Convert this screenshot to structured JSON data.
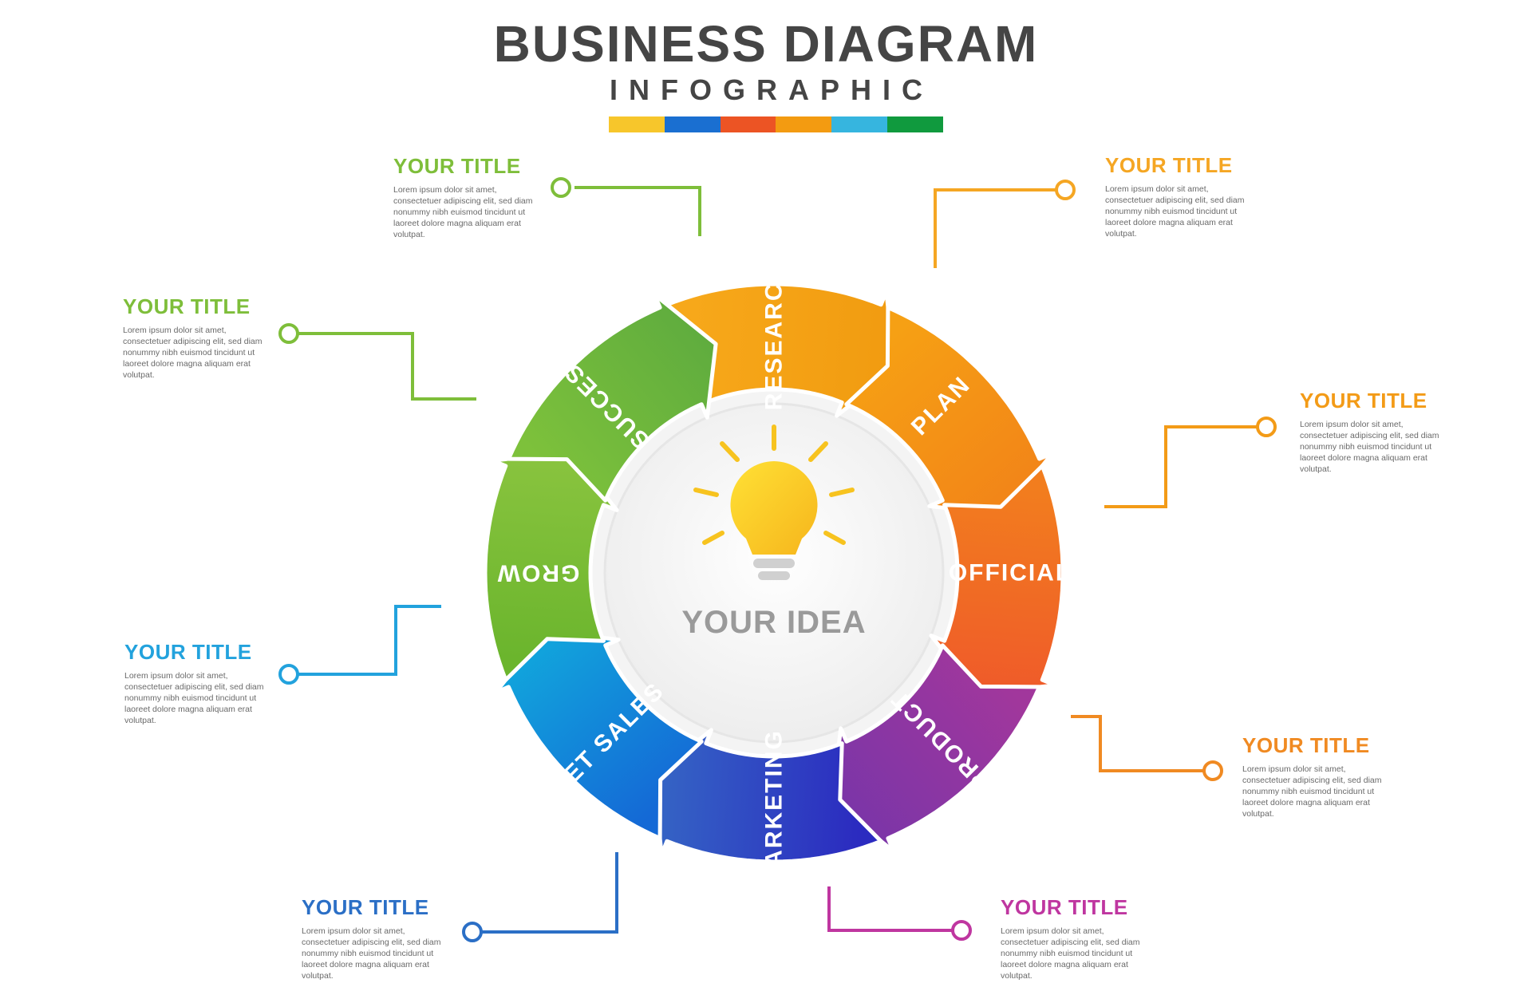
{
  "header": {
    "title": "BUSINESS DIAGRAM",
    "subtitle": "INFOGRAPHIC",
    "swatch_colors": [
      "#f7c62b",
      "#1a6fd1",
      "#ec5424",
      "#f39b11",
      "#36b5df",
      "#109a3e"
    ]
  },
  "center": {
    "label": "YOUR IDEA",
    "icon": "lightbulb-icon",
    "label_color": "#9a9a9a"
  },
  "steps": [
    {
      "label": "RESEARCH",
      "color_start": "#f7a81a",
      "color_end": "#f19b10"
    },
    {
      "label": "PLAN",
      "color_start": "#f6a014",
      "color_end": "#f28418"
    },
    {
      "label": "OFFICIAL",
      "color_start": "#f27d1e",
      "color_end": "#ef5a2a"
    },
    {
      "label": "PRODUCT",
      "color_start": "#a1379c",
      "color_end": "#7a35a8"
    },
    {
      "label": "MARKETING",
      "color_start": "#2b2bc0",
      "color_end": "#3566c5"
    },
    {
      "label": "GET SALES",
      "color_start": "#1469d6",
      "color_end": "#11a6dc"
    },
    {
      "label": "GROW",
      "color_start": "#6bb52d",
      "color_end": "#8ac43f"
    },
    {
      "label": "SUCCES",
      "color_start": "#7dc13b",
      "color_end": "#5fac3e"
    }
  ],
  "callouts": [
    {
      "title": "YOUR TITLE",
      "color": "#7ebe3a",
      "text": "Lorem ipsum dolor sit amet, consectetuer adipiscing elit, sed diam nonummy nibh euismod tincidunt ut laoreet dolore magna aliquam erat volutpat."
    },
    {
      "title": "YOUR TITLE",
      "color": "#f5a623",
      "text": "Lorem ipsum dolor sit amet, consectetuer adipiscing elit, sed diam nonummy nibh euismod tincidunt ut laoreet dolore magna aliquam erat volutpat."
    },
    {
      "title": "YOUR TITLE",
      "color": "#7ebe3a",
      "text": "Lorem ipsum dolor sit amet, consectetuer adipiscing elit, sed diam nonummy nibh euismod tincidunt ut laoreet dolore magna aliquam erat volutpat."
    },
    {
      "title": "YOUR TITLE",
      "color": "#f39b17",
      "text": "Lorem ipsum dolor sit amet, consectetuer adipiscing elit, sed diam nonummy nibh euismod tincidunt ut laoreet dolore magna aliquam erat volutpat."
    },
    {
      "title": "YOUR TITLE",
      "color": "#22a2dd",
      "text": "Lorem ipsum dolor sit amet, consectetuer adipiscing elit, sed diam nonummy nibh euismod tincidunt ut laoreet dolore magna aliquam erat volutpat."
    },
    {
      "title": "YOUR TITLE",
      "color": "#f08a22",
      "text": "Lorem ipsum dolor sit amet, consectetuer adipiscing elit, sed diam nonummy nibh euismod tincidunt ut laoreet dolore magna aliquam erat volutpat."
    },
    {
      "title": "YOUR TITLE",
      "color": "#2b6fc6",
      "text": "Lorem ipsum dolor sit amet, consectetuer adipiscing elit, sed diam nonummy nibh euismod tincidunt ut laoreet dolore magna aliquam erat volutpat."
    },
    {
      "title": "YOUR TITLE",
      "color": "#bf36a0",
      "text": "Lorem ipsum dolor sit amet, consectetuer adipiscing elit, sed diam nonummy nibh euismod tincidunt ut laoreet dolore magna aliquam erat volutpat."
    }
  ]
}
